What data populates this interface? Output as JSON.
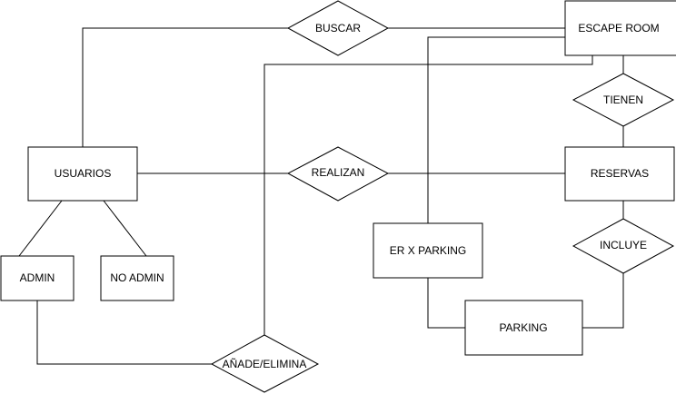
{
  "entities": {
    "escape_room": "ESCAPE ROOM",
    "usuarios": "USUARIOS",
    "reservas": "RESERVAS",
    "admin": "ADMIN",
    "no_admin": "NO ADMIN",
    "er_x_parking": "ER X PARKING",
    "parking": "PARKING"
  },
  "relationships": {
    "buscar": "BUSCAR",
    "tienen": "TIENEN",
    "realizan": "REALIZAN",
    "incluye": "INCLUYE",
    "anade_elimina": "AÑADE/ELIMINA"
  }
}
